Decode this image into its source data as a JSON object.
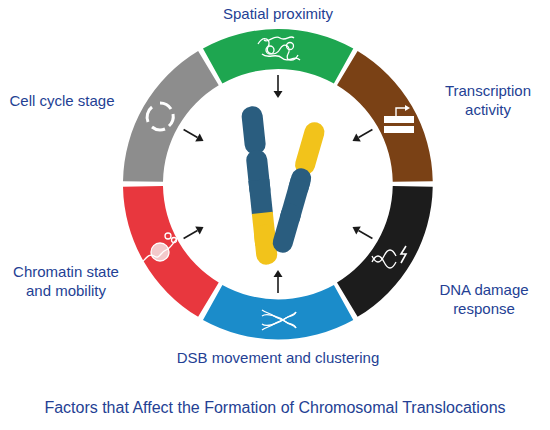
{
  "diagram": {
    "caption": "Factors that Affect the Formation of Chromosomal Translocations",
    "nodes": [
      {
        "text": [
          "Spatial proximity"
        ]
      },
      {
        "text": [
          "Transcription activity"
        ]
      },
      {
        "text": [
          "DNA damage response"
        ]
      },
      {
        "text": [
          "DSB movement and clustering"
        ]
      },
      {
        "text": [
          "Chromatin state and mobility"
        ]
      },
      {
        "text": [
          "Cell cycle stage"
        ]
      }
    ]
  }
}
